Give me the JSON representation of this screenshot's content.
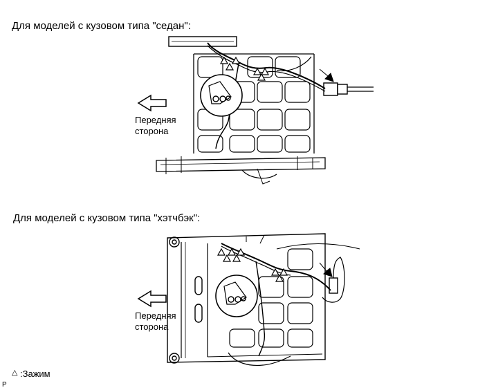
{
  "sedan_caption": "Для моделей с кузовом типа \"седан\":",
  "hatchback_caption": "Для моделей с кузовом типа \"хэтчбэк\":",
  "front_label_line1": "Передняя",
  "front_label_line2": "сторона",
  "legend_symbol": "△",
  "legend_label": ":Зажим",
  "corner_mark": "P"
}
